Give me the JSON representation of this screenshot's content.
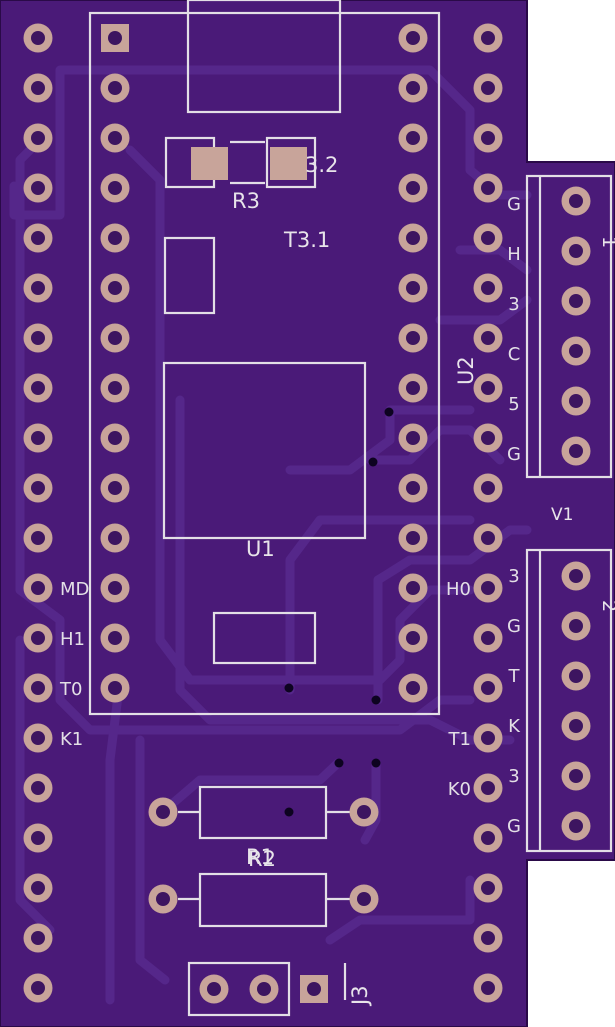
{
  "colors": {
    "board": "#4a1a78",
    "board_edge": "#2a0a48",
    "trace": "#55278a",
    "silkscreen": "#e3dfe6",
    "pad": "#c8a49a",
    "pad_hole": "#3d1560",
    "via": "#0d0320"
  },
  "components": {
    "u1": "U1",
    "u2": "U2",
    "r1": "R1",
    "r2": "R2",
    "r3": "R3",
    "j3": "J3",
    "v1": "V1",
    "t31": "T3.1",
    "t32": "3.2",
    "right_header_top": "1",
    "right_header_bottom": "2"
  },
  "pin_labels": {
    "left": [
      "MD",
      "H1",
      "T0",
      "K1"
    ],
    "right": [
      "H0",
      "T1",
      "K0"
    ]
  },
  "connector_top_labels": [
    "G",
    "H",
    "3",
    "C",
    "5",
    "G"
  ],
  "connector_bottom_labels": [
    "3",
    "G",
    "T",
    "K",
    "3",
    "G"
  ]
}
